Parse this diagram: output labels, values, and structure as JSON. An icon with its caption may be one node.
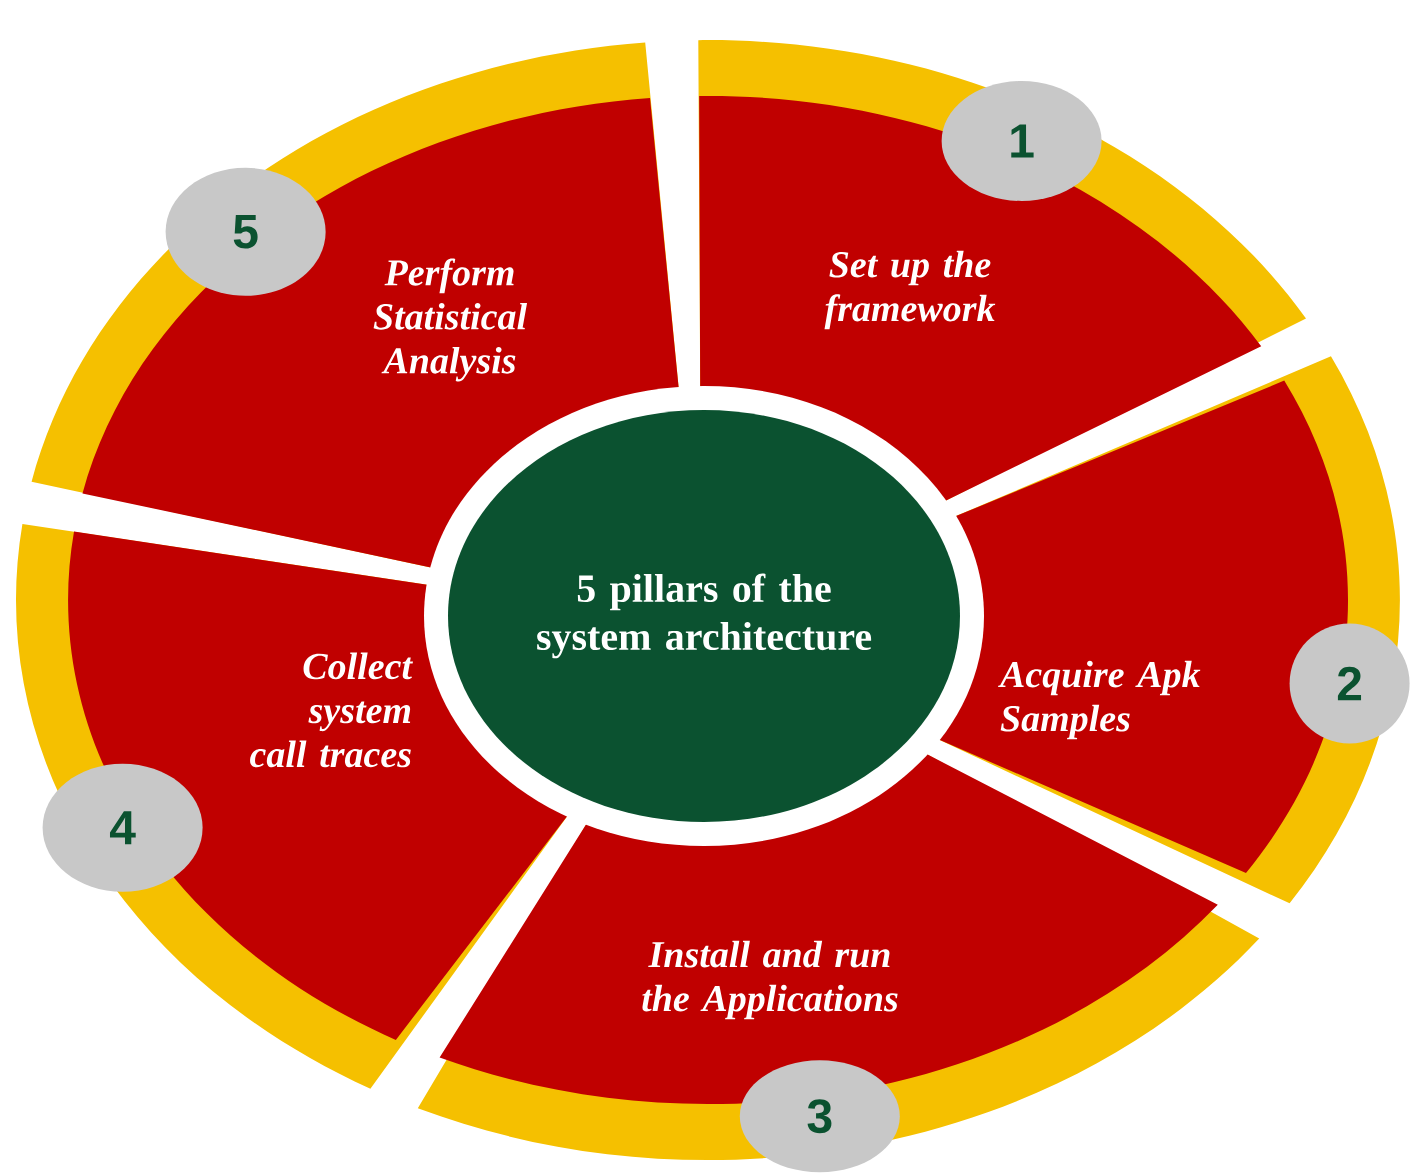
{
  "diagram": {
    "nodes": [
      {
        "text": [
          "5 pillars of the system architecture"
        ]
      },
      {
        "text": [
          "Set up the framework"
        ]
      },
      {
        "text": [
          "1"
        ],
        "in": 1
      },
      {
        "text": [
          "Acquire Apk Samples"
        ]
      },
      {
        "text": [
          "2"
        ],
        "in": 3
      },
      {
        "text": [
          "Install and run the Applications"
        ]
      },
      {
        "text": [
          "3"
        ],
        "in": 5
      },
      {
        "text": [
          "Collect system call traces"
        ]
      },
      {
        "text": [
          "4"
        ],
        "in": 7
      },
      {
        "text": [
          "Perform Statistical Analysis"
        ]
      },
      {
        "text": [
          "5"
        ],
        "in": 9
      }
    ]
  }
}
